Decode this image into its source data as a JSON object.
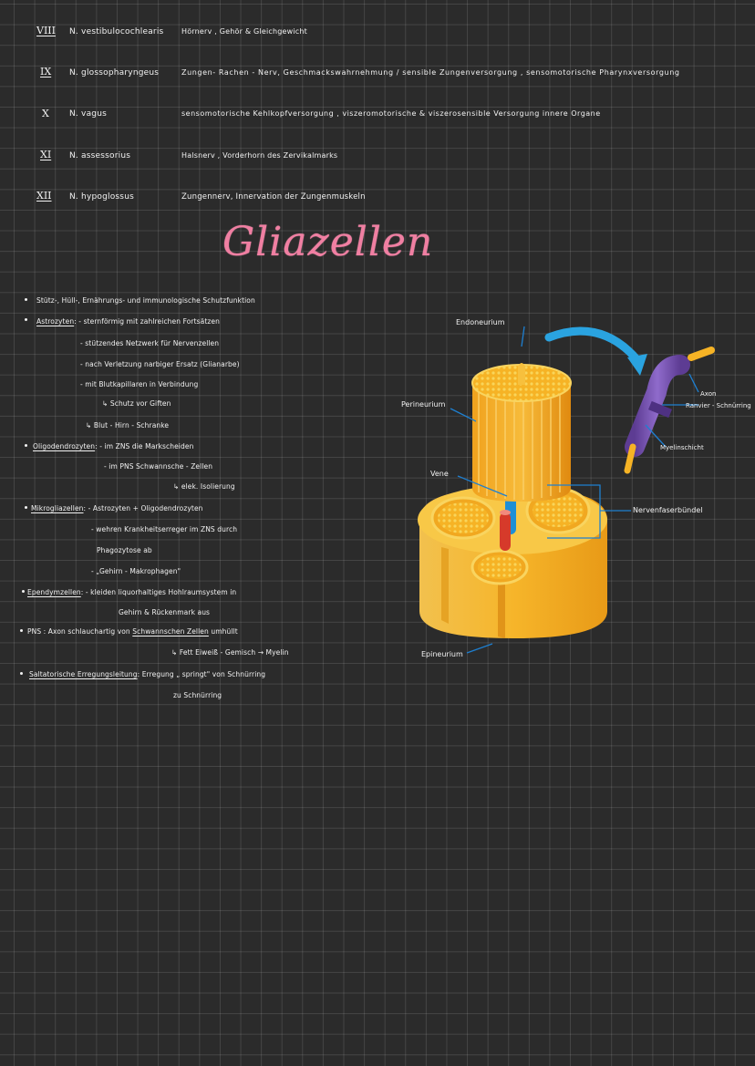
{
  "nerves": [
    {
      "num": "VIII",
      "name": "N. vestibulocochlearis",
      "desc": "Hörnerv , Gehör & Gleichgewicht"
    },
    {
      "num": "IX",
      "name": "N. glossopharyngeus",
      "desc": "Zungen- Rachen - Nerv, Geschmackswahrnehmung / sensible Zungenversorgung , sensomotorische Pharynxversorgung"
    },
    {
      "num": "X",
      "name": "N. vagus",
      "desc": "sensomotorische Kehlkopfversorgung , viszeromotorische & viszerosensible Versorgung innere Organe"
    },
    {
      "num": "XI",
      "name": "N. assessorius",
      "desc": "Halsnerv , Vorderhorn des Zervikalmarks"
    },
    {
      "num": "XII",
      "name": "N. hypoglossus",
      "desc": "Zungennerv, Innervation der Zungenmuskeln"
    }
  ],
  "title": "Gliazellen",
  "notes": {
    "b1": "Stütz-, Hüll-, Ernährungs- und immunologische Schutzfunktion",
    "astro_head": "Astrozyten",
    "astro_1": ": - sternförmig mit zahlreichen Fortsätzen",
    "astro_2": "- stützendes Netzwerk für Nervenzellen",
    "astro_3": "- nach Verletzung narbiger Ersatz (Glianarbe)",
    "astro_4": "- mit Blutkapillaren in Verbindung",
    "astro_5": "↳ Schutz vor Giften",
    "astro_6": "↳ Blut - Hirn - Schranke",
    "oligo_head": "Oligodendrozyten",
    "oligo_1": ": - im ZNS die Markscheiden",
    "oligo_2": "- im PNS Schwannsche - Zellen",
    "oligo_3": "↳ elek. Isolierung",
    "mikro_head": "Mikrogliazellen",
    "mikro_1": ": - Astrozyten + Oligodendrozyten",
    "mikro_2": "- wehren Krankheitserreger im ZNS durch",
    "mikro_3": "Phagozytose ab",
    "mikro_4": "- „Gehirn - Makrophagen\"",
    "epen_head": "Ependymzellen",
    "epen_1": ": - kleiden liquorhaltiges Hohlraumsystem in",
    "epen_2": "Gehirn & Rückenmark aus",
    "pns_1": "PNS : Axon schlauchartig von",
    "pns_ul": "Schwannschen Zellen",
    "pns_2": "umhüllt",
    "pns_3": "↳ Fett Eiweiß - Gemisch → Myelin",
    "salt_head": "Saltatorische Erregungsleitung",
    "salt_1": ": Erregung „ springt\" von Schnürring",
    "salt_2": "zu Schnürring"
  },
  "diagram": {
    "labels": {
      "endoneurium": "Endoneurium",
      "perineurium": "Perineurium",
      "vene": "Vene",
      "epineurium": "Epineurium",
      "nervenfaserbuendel": "Nervenfaserbündel",
      "axon": "Axon",
      "ranvier": "Ranvier - Schnürring",
      "myelinschicht": "Myelinschicht"
    },
    "colors": {
      "nerve_orange": "#f4a21d",
      "nerve_yellow": "#f7c948",
      "vein_blue": "#1e8fd6",
      "artery_red": "#d63a2a",
      "myelin_purple": "#7a55b3",
      "arrow_blue": "#2aa3e0",
      "label_line": "#1e7fd0"
    }
  }
}
